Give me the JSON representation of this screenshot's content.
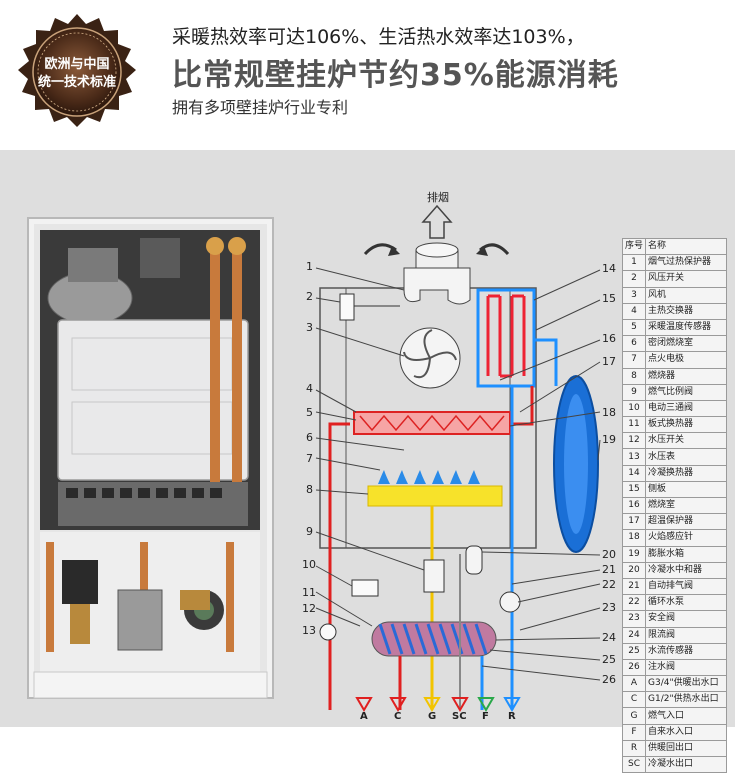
{
  "header": {
    "badge_line1": "欧洲与中国",
    "badge_line2": "统一技术标准",
    "headline1": "采暖热效率可达106%、生活热水效率达103%，",
    "headline2": "比常规壁挂炉节约35%能源消耗",
    "headline3": "拥有多项壁挂炉行业专利"
  },
  "diagram": {
    "exhaust_label": "排烟",
    "callouts": [
      "1",
      "2",
      "3",
      "4",
      "5",
      "6",
      "7",
      "8",
      "9",
      "10",
      "11",
      "12",
      "13",
      "14",
      "15",
      "16",
      "17",
      "18",
      "19",
      "20",
      "21",
      "22",
      "23",
      "24",
      "25",
      "26"
    ],
    "connectors": [
      "A",
      "C",
      "G",
      "SC",
      "F",
      "R"
    ],
    "legend_header": {
      "no": "序号",
      "name": "名称"
    },
    "legend": [
      {
        "no": "1",
        "name": "烟气过热保护器"
      },
      {
        "no": "2",
        "name": "风压开关"
      },
      {
        "no": "3",
        "name": "风机"
      },
      {
        "no": "4",
        "name": "主热交换器"
      },
      {
        "no": "5",
        "name": "采暖温度传感器"
      },
      {
        "no": "6",
        "name": "密闭燃烧室"
      },
      {
        "no": "7",
        "name": "点火电极"
      },
      {
        "no": "8",
        "name": "燃烧器"
      },
      {
        "no": "9",
        "name": "燃气比例阀"
      },
      {
        "no": "10",
        "name": "电动三通阀"
      },
      {
        "no": "11",
        "name": "板式换热器"
      },
      {
        "no": "12",
        "name": "水压开关"
      },
      {
        "no": "13",
        "name": "水压表"
      },
      {
        "no": "14",
        "name": "冷凝换热器"
      },
      {
        "no": "15",
        "name": "侧板"
      },
      {
        "no": "16",
        "name": "燃烧室"
      },
      {
        "no": "17",
        "name": "超温保护器"
      },
      {
        "no": "18",
        "name": "火焰感应针"
      },
      {
        "no": "19",
        "name": "膨胀水箱"
      },
      {
        "no": "20",
        "name": "冷凝水中和器"
      },
      {
        "no": "21",
        "name": "自动排气阀"
      },
      {
        "no": "22",
        "name": "循环水泵"
      },
      {
        "no": "23",
        "name": "安全阀"
      },
      {
        "no": "24",
        "name": "限流阀"
      },
      {
        "no": "25",
        "name": "水流传感器"
      },
      {
        "no": "26",
        "name": "注水阀"
      },
      {
        "no": "A",
        "name": "G3/4\"供暖出水口"
      },
      {
        "no": "C",
        "name": "G1/2\"供热水出口"
      },
      {
        "no": "G",
        "name": "燃气入口"
      },
      {
        "no": "F",
        "name": "自来水入口"
      },
      {
        "no": "R",
        "name": "供暖回出口"
      },
      {
        "no": "SC",
        "name": "冷凝水出口"
      }
    ]
  }
}
